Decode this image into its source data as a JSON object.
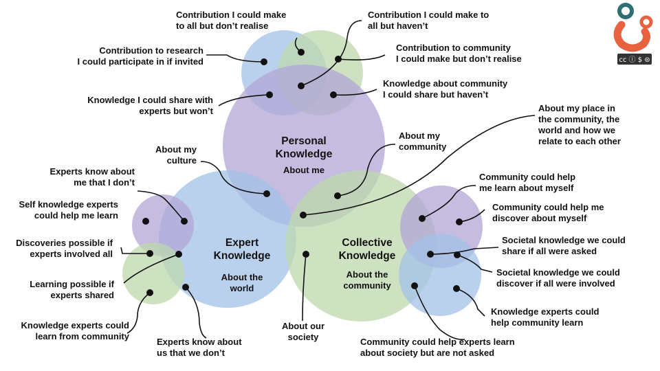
{
  "colors": {
    "purple": "#b1a6d6",
    "blue": "#a3c2e8",
    "green": "#bed8ad",
    "logo_teal": "#2f6f74",
    "logo_orange": "#e8623f"
  },
  "personal": {
    "title_1": "Personal",
    "title_2": "Knowledge",
    "sub": "About me"
  },
  "expert": {
    "title_1": "Expert",
    "title_2": "Knowledge",
    "sub_1": "About the",
    "sub_2": "world"
  },
  "collective": {
    "title_1": "Collective",
    "title_2": "Knowledge",
    "sub_1": "About the",
    "sub_2": "community"
  },
  "labels": {
    "contrib_all_not_realise": [
      "Contribution I could make",
      "to all but don’t realise"
    ],
    "contrib_all_havent": [
      "Contribution I could make to",
      "all but haven’t"
    ],
    "contrib_research": [
      "Contribution to research",
      "I could participate in if invited"
    ],
    "contrib_community": [
      "Contribution to community",
      "I could make but don’t realise"
    ],
    "knowledge_experts_wont": [
      "Knowledge I could share with",
      "experts but won’t"
    ],
    "knowledge_community_havent": [
      "Knowledge about community",
      "I could share but haven’t"
    ],
    "place_in_community": [
      "About my place in",
      "the community, the",
      "world and how we",
      "relate to each other"
    ],
    "about_culture": [
      "About my",
      "culture"
    ],
    "about_community": [
      "About my",
      "community"
    ],
    "experts_know_me": [
      "Experts know  about",
      "me that I don’t"
    ],
    "self_knowledge": [
      "Self knowledge experts",
      "could help me learn"
    ],
    "discoveries": [
      "Discoveries possible if",
      "experts involved all"
    ],
    "learning_possible": [
      "Learning possible if",
      "experts shared"
    ],
    "experts_learn": [
      "Knowledge experts could",
      "learn from community"
    ],
    "experts_know_us": [
      "Experts know  about",
      "us that we don’t"
    ],
    "about_society": [
      "About our",
      "society"
    ],
    "community_help_learn": [
      "Community could help",
      "me learn about myself"
    ],
    "community_help_discover": [
      "Community could help me",
      "discover about myself"
    ],
    "societal_share": [
      "Societal knowledge we could",
      "share if all were asked"
    ],
    "societal_discover": [
      "Societal knowledge we could",
      "discover if all were involved"
    ],
    "experts_help_community": [
      "Knowledge experts could",
      "help community learn"
    ],
    "community_help_experts": [
      "Community could help experts learn",
      "about society but are not asked"
    ]
  },
  "license": {
    "text": "cc ⓘ $ ⊜"
  }
}
